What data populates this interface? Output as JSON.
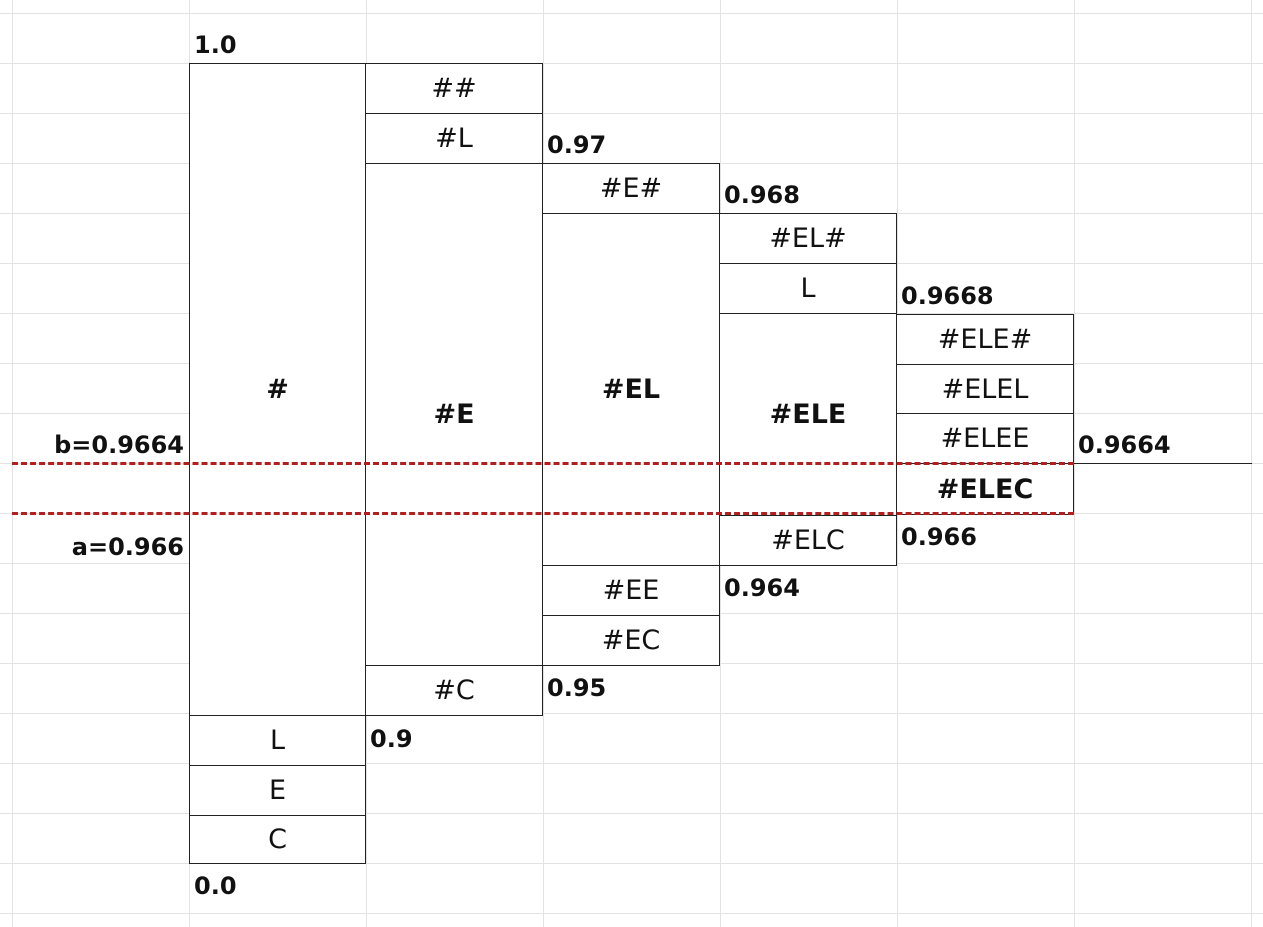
{
  "columns": [
    {
      "name": "col1",
      "cells": [
        {
          "label": "#",
          "bold": true
        },
        {
          "label": "L",
          "bold": false
        },
        {
          "label": "E",
          "bold": false
        },
        {
          "label": "C",
          "bold": false
        }
      ],
      "values": [
        "1.0",
        "0.9",
        "0.0"
      ]
    },
    {
      "name": "col2",
      "cells": [
        {
          "label": "##",
          "bold": false
        },
        {
          "label": "#L",
          "bold": false
        },
        {
          "label": "#E",
          "bold": true
        },
        {
          "label": "#C",
          "bold": false
        }
      ],
      "values": [
        "0.97",
        "0.95"
      ]
    },
    {
      "name": "col3",
      "cells": [
        {
          "label": "#E#",
          "bold": false
        },
        {
          "label": "#EL",
          "bold": true
        },
        {
          "label": "#EE",
          "bold": false
        },
        {
          "label": "#EC",
          "bold": false
        }
      ],
      "values": [
        "0.968",
        "0.964"
      ]
    },
    {
      "name": "col4",
      "cells": [
        {
          "label": "#EL#",
          "bold": false
        },
        {
          "label": "L",
          "bold": false
        },
        {
          "label": "#ELE",
          "bold": true
        },
        {
          "label": "#ELC",
          "bold": false
        }
      ],
      "values": [
        "0.9668",
        "0.966"
      ]
    },
    {
      "name": "col5",
      "cells": [
        {
          "label": "#ELE#",
          "bold": false
        },
        {
          "label": "#ELEL",
          "bold": false
        },
        {
          "label": "#ELEE",
          "bold": false
        },
        {
          "label": "#ELEC",
          "bold": true
        }
      ],
      "values": [
        "0.9664"
      ]
    }
  ],
  "bounds": {
    "b_label": "b=0.9664",
    "a_label": "a=0.966"
  },
  "colors": {
    "dashed_line": "#b21f1f",
    "border": "#222222",
    "grid": "#e3e3e3"
  }
}
